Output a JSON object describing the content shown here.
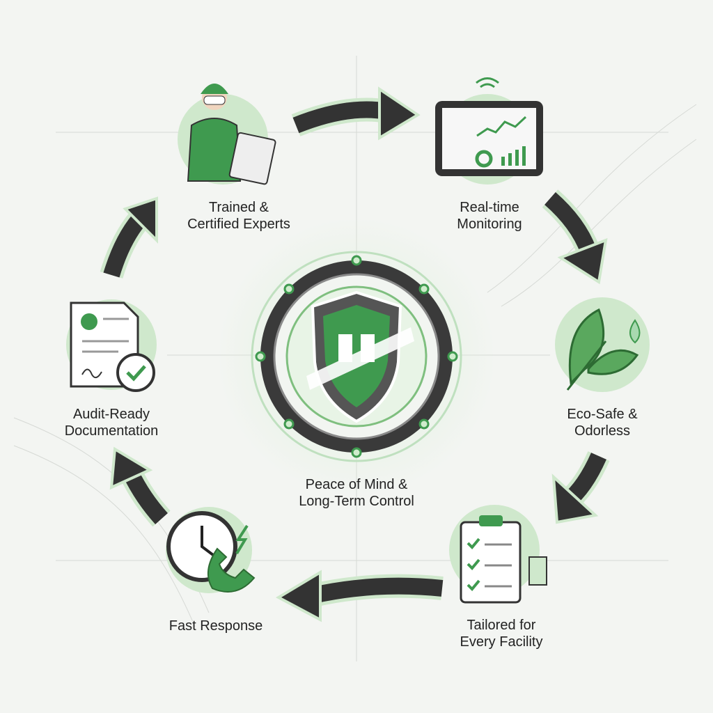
{
  "title": "Peace of Mind & Long-Term Control",
  "center": {
    "line1": "Peace of Mind &",
    "line2": "Long-Term Control"
  },
  "steps": [
    {
      "line1": "Trained &",
      "line2": "Certified Experts",
      "icon": "technician-icon"
    },
    {
      "line1": "Real-time",
      "line2": "Monitoring",
      "icon": "tablet-dashboard-icon"
    },
    {
      "line1": "Eco-Safe &",
      "line2": "Odorless",
      "icon": "leaf-icon"
    },
    {
      "line1": "Tailored for",
      "line2": "Every Facility",
      "icon": "clipboard-checklist-icon"
    },
    {
      "line1": "Fast Response",
      "line2": "",
      "icon": "clock-phone-icon"
    },
    {
      "line1": "Audit-Ready",
      "line2": "Documentation",
      "icon": "certificate-icon"
    }
  ],
  "colors": {
    "accent": "#3f9a4f",
    "accent_light": "#c9e6c9",
    "arrow": "#333333",
    "background": "#f3f5f2"
  }
}
